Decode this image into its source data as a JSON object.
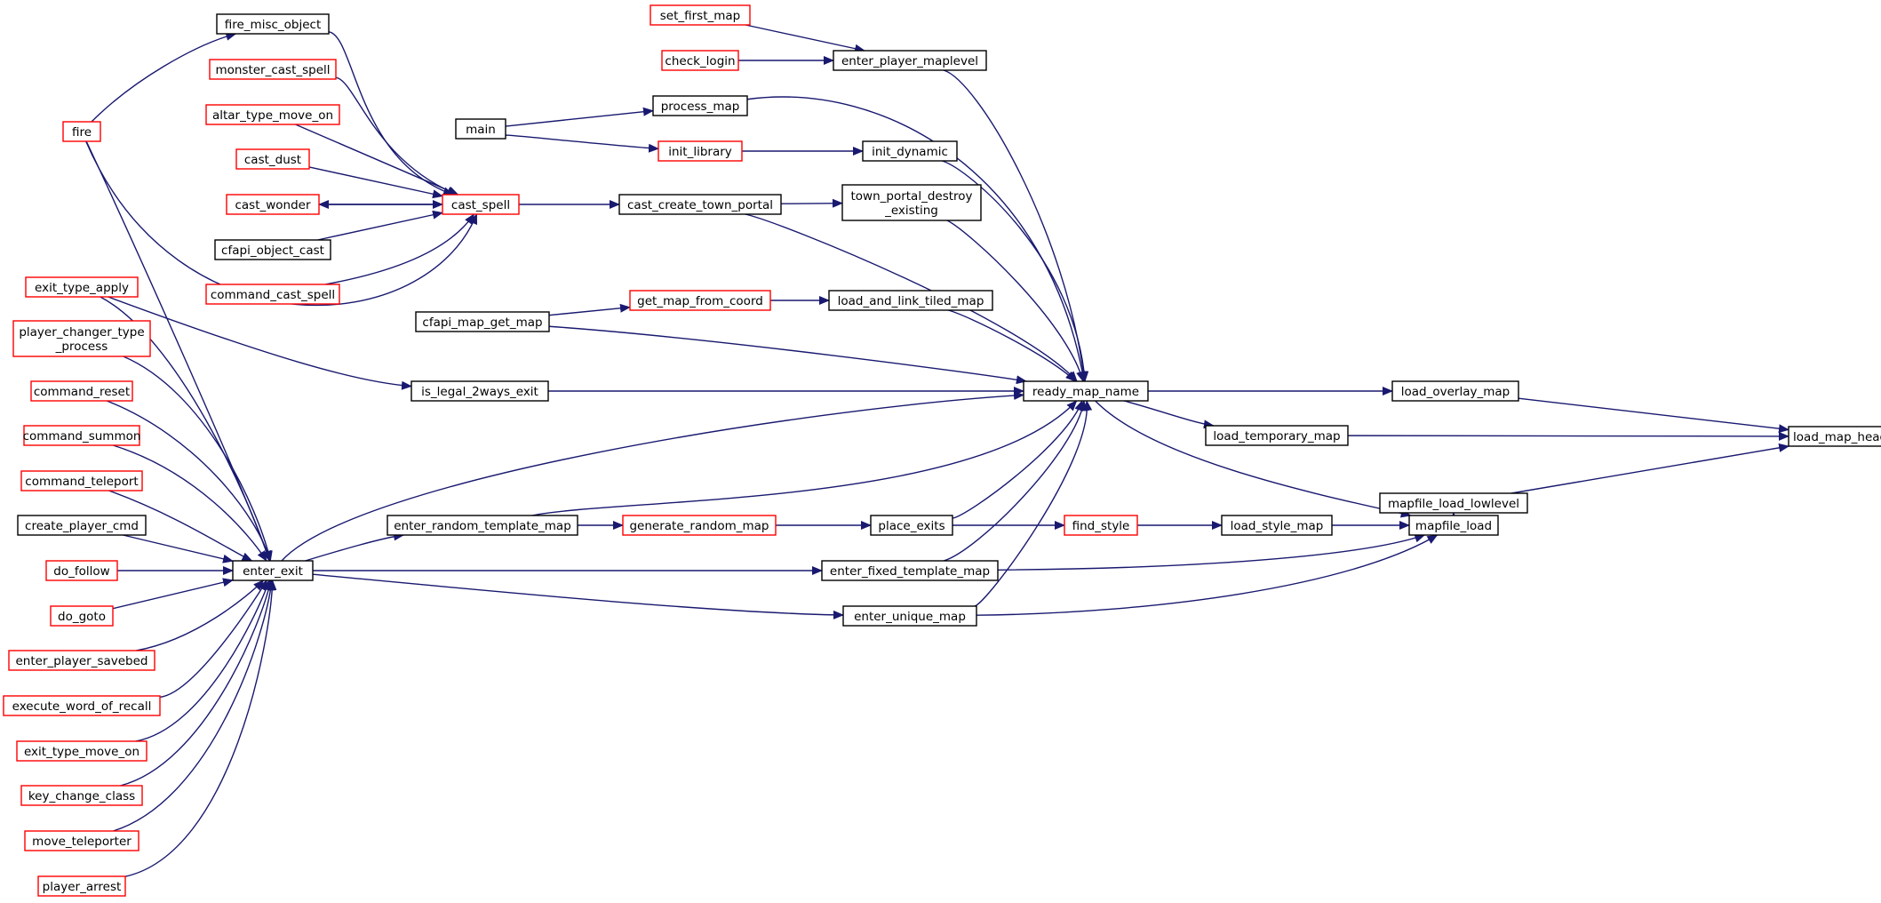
{
  "diagram": {
    "colors": {
      "edge": "#191970",
      "node_border_documented": "#000000",
      "node_border_undocumented": "#ff0000",
      "focus_fill": "#bfbfbf"
    },
    "nodes": {
      "load_map_header": {
        "label": "load_map_header",
        "style": "focus"
      },
      "load_overlay_map": {
        "label": "load_overlay_map",
        "style": "black"
      },
      "load_temporary_map": {
        "label": "load_temporary_map",
        "style": "black"
      },
      "mapfile_load_lowlevel": {
        "label": "mapfile_load_lowlevel",
        "style": "black"
      },
      "ready_map_name": {
        "label": "ready_map_name",
        "style": "black"
      },
      "mapfile_load": {
        "label": "mapfile_load",
        "style": "black"
      },
      "load_style_map": {
        "label": "load_style_map",
        "style": "black"
      },
      "find_style": {
        "label": "find_style",
        "style": "red"
      },
      "place_exits": {
        "label": "place_exits",
        "style": "black"
      },
      "generate_random_map": {
        "label": "generate_random_map",
        "style": "red"
      },
      "enter_random_template_map": {
        "label": "enter_random_template_map",
        "style": "black"
      },
      "enter_fixed_template_map": {
        "label": "enter_fixed_template_map",
        "style": "black"
      },
      "enter_unique_map": {
        "label": "enter_unique_map",
        "style": "black"
      },
      "enter_exit": {
        "label": "enter_exit",
        "style": "black"
      },
      "is_legal_2ways_exit": {
        "label": "is_legal_2ways_exit",
        "style": "black"
      },
      "cfapi_map_get_map": {
        "label": "cfapi_map_get_map",
        "style": "black"
      },
      "load_and_link_tiled_map": {
        "label": "load_and_link_tiled_map",
        "style": "black"
      },
      "get_map_from_coord": {
        "label": "get_map_from_coord",
        "style": "red"
      },
      "town_portal_destroy_existing": {
        "label": "town_portal_destroy\n_existing",
        "style": "black"
      },
      "cast_create_town_portal": {
        "label": "cast_create_town_portal",
        "style": "black"
      },
      "cast_spell": {
        "label": "cast_spell",
        "style": "red"
      },
      "init_dynamic": {
        "label": "init_dynamic",
        "style": "black"
      },
      "init_library": {
        "label": "init_library",
        "style": "red"
      },
      "process_map": {
        "label": "process_map",
        "style": "black"
      },
      "main": {
        "label": "main",
        "style": "black"
      },
      "enter_player_maplevel": {
        "label": "enter_player_maplevel",
        "style": "black"
      },
      "set_first_map": {
        "label": "set_first_map",
        "style": "red"
      },
      "check_login": {
        "label": "check_login",
        "style": "red"
      },
      "fire_misc_object": {
        "label": "fire_misc_object",
        "style": "black"
      },
      "monster_cast_spell": {
        "label": "monster_cast_spell",
        "style": "red"
      },
      "altar_type_move_on": {
        "label": "altar_type_move_on",
        "style": "red"
      },
      "cast_dust": {
        "label": "cast_dust",
        "style": "red"
      },
      "cast_wonder": {
        "label": "cast_wonder",
        "style": "red"
      },
      "cfapi_object_cast": {
        "label": "cfapi_object_cast",
        "style": "black"
      },
      "command_cast_spell": {
        "label": "command_cast_spell",
        "style": "red"
      },
      "fire": {
        "label": "fire",
        "style": "red"
      },
      "exit_type_apply": {
        "label": "exit_type_apply",
        "style": "red"
      },
      "player_changer_type_process": {
        "label": "player_changer_type\n_process",
        "style": "red"
      },
      "command_reset": {
        "label": "command_reset",
        "style": "red"
      },
      "command_summon": {
        "label": "command_summon",
        "style": "red"
      },
      "command_teleport": {
        "label": "command_teleport",
        "style": "red"
      },
      "create_player_cmd": {
        "label": "create_player_cmd",
        "style": "black"
      },
      "do_follow": {
        "label": "do_follow",
        "style": "red"
      },
      "do_goto": {
        "label": "do_goto",
        "style": "red"
      },
      "enter_player_savebed": {
        "label": "enter_player_savebed",
        "style": "red"
      },
      "execute_word_of_recall": {
        "label": "execute_word_of_recall",
        "style": "red"
      },
      "exit_type_move_on": {
        "label": "exit_type_move_on",
        "style": "red"
      },
      "key_change_class": {
        "label": "key_change_class",
        "style": "red"
      },
      "move_teleporter": {
        "label": "move_teleporter",
        "style": "red"
      },
      "player_arrest": {
        "label": "player_arrest",
        "style": "red"
      }
    },
    "edges": [
      [
        "load_overlay_map",
        "load_map_header"
      ],
      [
        "load_temporary_map",
        "load_map_header"
      ],
      [
        "mapfile_load_lowlevel",
        "load_map_header"
      ],
      [
        "ready_map_name",
        "load_overlay_map"
      ],
      [
        "ready_map_name",
        "load_temporary_map"
      ],
      [
        "mapfile_load",
        "mapfile_load_lowlevel"
      ],
      [
        "ready_map_name",
        "mapfile_load"
      ],
      [
        "load_style_map",
        "mapfile_load"
      ],
      [
        "enter_fixed_template_map",
        "mapfile_load"
      ],
      [
        "enter_unique_map",
        "mapfile_load"
      ],
      [
        "find_style",
        "load_style_map"
      ],
      [
        "place_exits",
        "find_style"
      ],
      [
        "generate_random_map",
        "place_exits"
      ],
      [
        "enter_random_template_map",
        "generate_random_map"
      ],
      [
        "enter_exit",
        "enter_random_template_map"
      ],
      [
        "enter_exit",
        "enter_fixed_template_map"
      ],
      [
        "enter_exit",
        "enter_unique_map"
      ],
      [
        "enter_player_maplevel",
        "ready_map_name"
      ],
      [
        "process_map",
        "ready_map_name"
      ],
      [
        "init_dynamic",
        "ready_map_name"
      ],
      [
        "town_portal_destroy_existing",
        "ready_map_name"
      ],
      [
        "cast_create_town_portal",
        "ready_map_name"
      ],
      [
        "load_and_link_tiled_map",
        "ready_map_name"
      ],
      [
        "cfapi_map_get_map",
        "ready_map_name"
      ],
      [
        "is_legal_2ways_exit",
        "ready_map_name"
      ],
      [
        "enter_exit",
        "ready_map_name"
      ],
      [
        "enter_random_template_map",
        "ready_map_name"
      ],
      [
        "place_exits",
        "ready_map_name"
      ],
      [
        "enter_fixed_template_map",
        "ready_map_name"
      ],
      [
        "enter_unique_map",
        "ready_map_name"
      ],
      [
        "set_first_map",
        "enter_player_maplevel"
      ],
      [
        "check_login",
        "enter_player_maplevel"
      ],
      [
        "main",
        "process_map"
      ],
      [
        "main",
        "init_library"
      ],
      [
        "init_library",
        "init_dynamic"
      ],
      [
        "cast_create_town_portal",
        "town_portal_destroy_existing"
      ],
      [
        "cast_spell",
        "cast_create_town_portal"
      ],
      [
        "get_map_from_coord",
        "load_and_link_tiled_map"
      ],
      [
        "cfapi_map_get_map",
        "get_map_from_coord"
      ],
      [
        "exit_type_apply",
        "is_legal_2ways_exit"
      ],
      [
        "fire_misc_object",
        "cast_spell"
      ],
      [
        "monster_cast_spell",
        "cast_spell"
      ],
      [
        "altar_type_move_on",
        "cast_spell"
      ],
      [
        "cast_dust",
        "cast_spell"
      ],
      [
        "cast_wonder",
        "cast_spell"
      ],
      [
        "cast_spell",
        "cast_wonder"
      ],
      [
        "cfapi_object_cast",
        "cast_spell"
      ],
      [
        "command_cast_spell",
        "cast_spell"
      ],
      [
        "fire",
        "cast_spell"
      ],
      [
        "fire",
        "fire_misc_object"
      ],
      [
        "fire",
        "enter_exit"
      ],
      [
        "exit_type_apply",
        "enter_exit"
      ],
      [
        "player_changer_type_process",
        "enter_exit"
      ],
      [
        "command_reset",
        "enter_exit"
      ],
      [
        "command_summon",
        "enter_exit"
      ],
      [
        "command_teleport",
        "enter_exit"
      ],
      [
        "create_player_cmd",
        "enter_exit"
      ],
      [
        "do_follow",
        "enter_exit"
      ],
      [
        "do_goto",
        "enter_exit"
      ],
      [
        "enter_player_savebed",
        "enter_exit"
      ],
      [
        "execute_word_of_recall",
        "enter_exit"
      ],
      [
        "exit_type_move_on",
        "enter_exit"
      ],
      [
        "key_change_class",
        "enter_exit"
      ],
      [
        "move_teleporter",
        "enter_exit"
      ],
      [
        "player_arrest",
        "enter_exit"
      ]
    ]
  }
}
